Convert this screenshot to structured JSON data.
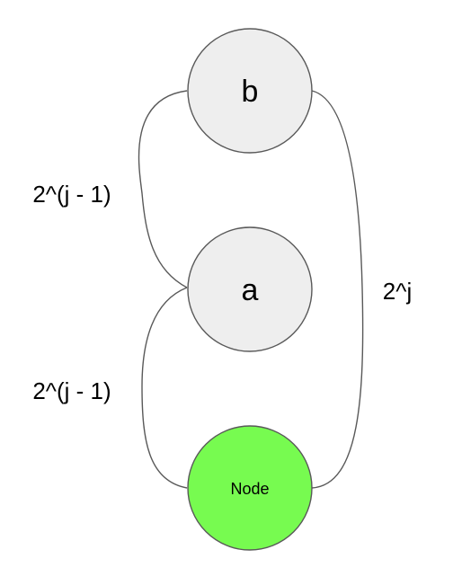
{
  "nodes": {
    "b": {
      "label": "b",
      "fill": "#eeeeee"
    },
    "a": {
      "label": "a",
      "fill": "#eeeeee"
    },
    "node": {
      "label": "Node",
      "fill": "#77fb50"
    }
  },
  "edges": {
    "b_a": {
      "label": "2^(j - 1)"
    },
    "a_node": {
      "label": "2^(j - 1)"
    },
    "b_node": {
      "label": "2^j"
    }
  },
  "colors": {
    "stroke": "#595959",
    "text": "#000000"
  }
}
